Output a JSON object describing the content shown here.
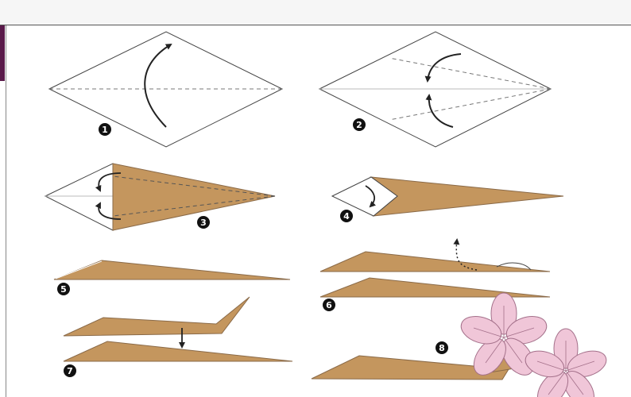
{
  "colors": {
    "paper_back": "#c4965e",
    "paper_edge": "#8a6a48",
    "paper_front": "#ffffff",
    "fold_line": "#777777",
    "arrow": "#222222",
    "blossom": "#f0c6d8",
    "blossom_edge": "#a4708a",
    "top_bar": "#5a1a4a"
  },
  "steps": [
    {
      "number": "1"
    },
    {
      "number": "2"
    },
    {
      "number": "3"
    },
    {
      "number": "4"
    },
    {
      "number": "5"
    },
    {
      "number": "6"
    },
    {
      "number": "7"
    },
    {
      "number": "8"
    }
  ]
}
